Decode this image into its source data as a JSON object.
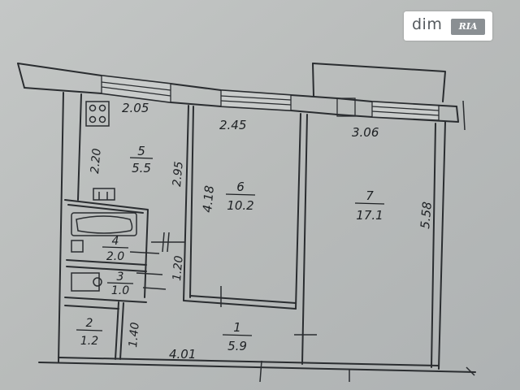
{
  "watermark": {
    "logo": "dim",
    "sub": "RIA"
  },
  "plan": {
    "dimensions": {
      "top_kitchen": "2.05",
      "top_room6": "2.45",
      "top_room7": "3.06",
      "kitchen_left": "2.20",
      "kitchen_right": "2.95",
      "room6_left": "4.18",
      "room7_right": "5.58",
      "bath_right": "1.20",
      "toilet_right": "1.40",
      "bottom": "4.01"
    },
    "rooms": [
      {
        "number": "5",
        "area": "5.5"
      },
      {
        "number": "6",
        "area": "10.2"
      },
      {
        "number": "7",
        "area": "17.1"
      },
      {
        "number": "4",
        "area": "2.0"
      },
      {
        "number": "3",
        "area": "1.0"
      },
      {
        "number": "2",
        "area": "1.2"
      },
      {
        "number": "1",
        "area": "5.9"
      }
    ]
  }
}
